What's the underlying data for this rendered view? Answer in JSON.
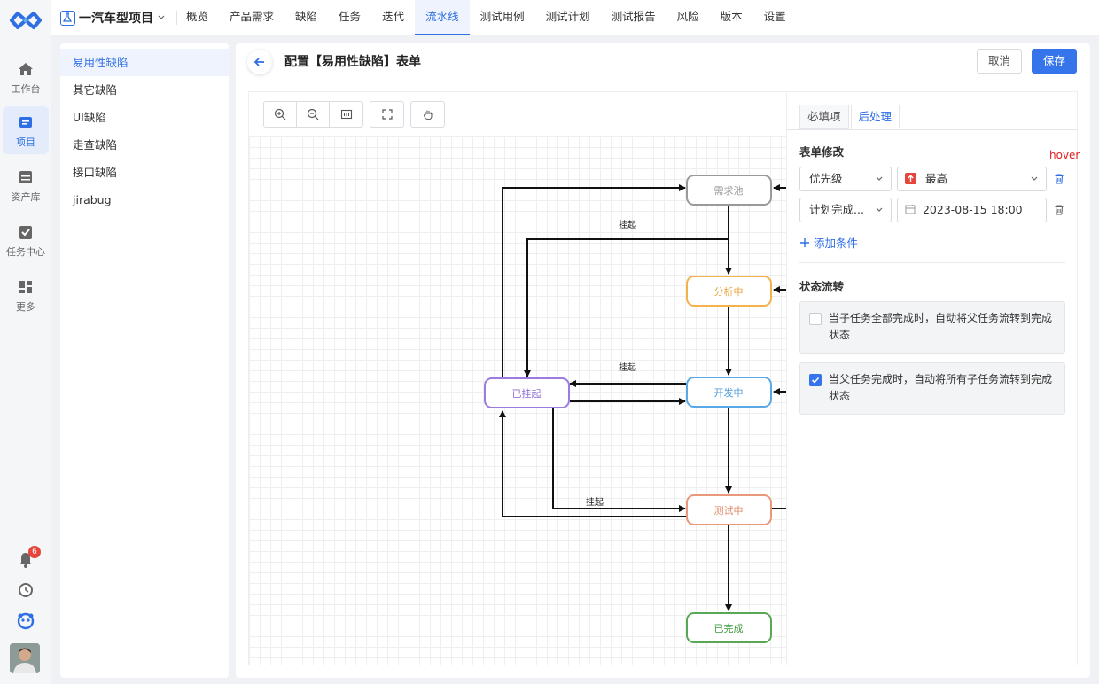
{
  "rail": {
    "items": [
      {
        "label": "工作台",
        "icon": "home-icon"
      },
      {
        "label": "项目",
        "icon": "project-icon"
      },
      {
        "label": "资产库",
        "icon": "database-icon"
      },
      {
        "label": "任务中心",
        "icon": "task-check-icon"
      },
      {
        "label": "更多",
        "icon": "grid-icon"
      }
    ],
    "notification_count": "6"
  },
  "project": {
    "name": "一汽车型项目"
  },
  "nav": [
    "概览",
    "产品需求",
    "缺陷",
    "任务",
    "迭代",
    "流水线",
    "测试用例",
    "测试计划",
    "测试报告",
    "风险",
    "版本",
    "设置"
  ],
  "nav_active": "流水线",
  "sidelist": [
    "易用性缺陷",
    "其它缺陷",
    "UI缺陷",
    "走查缺陷",
    "接口缺陷",
    "jirabug"
  ],
  "header": {
    "title": "配置【易用性缺陷】表单",
    "cancel": "取消",
    "save": "保存"
  },
  "panel": {
    "tabs": [
      "必填项",
      "后处理"
    ],
    "form_edit_title": "表单修改",
    "hover_note": "hover",
    "rows": [
      {
        "field": "优先级",
        "value": "最高"
      },
      {
        "field": "计划完成...",
        "value": "2023-08-15 18:00"
      }
    ],
    "add_condition": "添加条件",
    "status_title": "状态流转",
    "options": [
      {
        "text": "当子任务全部完成时，自动将父任务流转到完成状态",
        "checked": false
      },
      {
        "text": "当父任务完成时，自动将所有子任务流转到完成状态",
        "checked": true
      }
    ]
  },
  "flow": {
    "nodes": {
      "pool": "需求池",
      "analysis": "分析中",
      "dev": "开发中",
      "suspended": "已挂起",
      "testing": "测试中",
      "done": "已完成"
    },
    "edge_label": "挂起",
    "colors": {
      "pool": "#9a9a9a",
      "analysis": "#f3b24c",
      "dev": "#5aa9e6",
      "suspended": "#9b7be0",
      "testing": "#e9997a",
      "done": "#58a857"
    }
  },
  "colors": {
    "accent": "#2f6fe4",
    "danger": "#e6453c"
  }
}
